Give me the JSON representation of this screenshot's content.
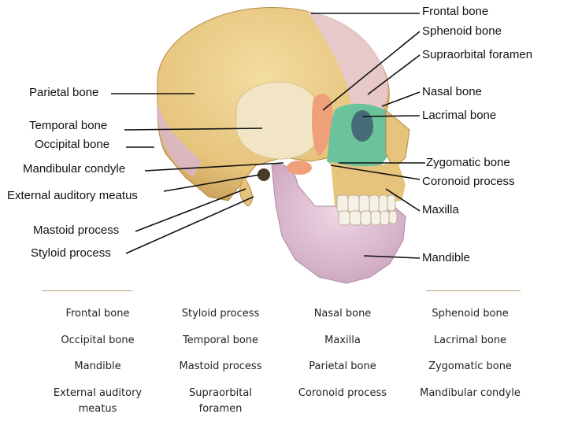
{
  "labels": {
    "left": [
      "Parietal bone",
      "Temporal bone",
      "Occipital bone",
      "Mandibular condyle",
      "External auditory meatus",
      "Mastoid process",
      "Styloid process"
    ],
    "right": [
      "Frontal bone",
      "Sphenoid bone",
      "Supraorbital foramen",
      "Nasal bone",
      "Lacrimal bone",
      "Zygomatic bone",
      "Coronoid process",
      "Maxilla",
      "Mandible"
    ]
  },
  "answer_table": {
    "columns": [
      [
        "Frontal bone",
        "Occipital bone",
        "Mandible",
        "External auditory meatus"
      ],
      [
        "Styloid process",
        "Temporal bone",
        "Mastoid process",
        "Supraorbital foramen"
      ],
      [
        "Nasal bone",
        "Maxilla",
        "Parietal bone",
        "Coronoid process"
      ],
      [
        "Sphenoid bone",
        "Lacrimal bone",
        "Zygomatic bone",
        "Mandibular condyle"
      ]
    ]
  },
  "colors": {
    "cranium": "#e9cf8a",
    "cranium_shade": "#d9b66a",
    "frontal_tint": "#e7c9d6",
    "temporal": "#f0e2c2",
    "sphenoid": "#f0a078",
    "maxilla_zygomatic": "#6ac39a",
    "mandible": "#e3c4d8",
    "teeth": "#f6f1e6",
    "leader_line": "#111111",
    "table_rule": "#b8a070"
  }
}
